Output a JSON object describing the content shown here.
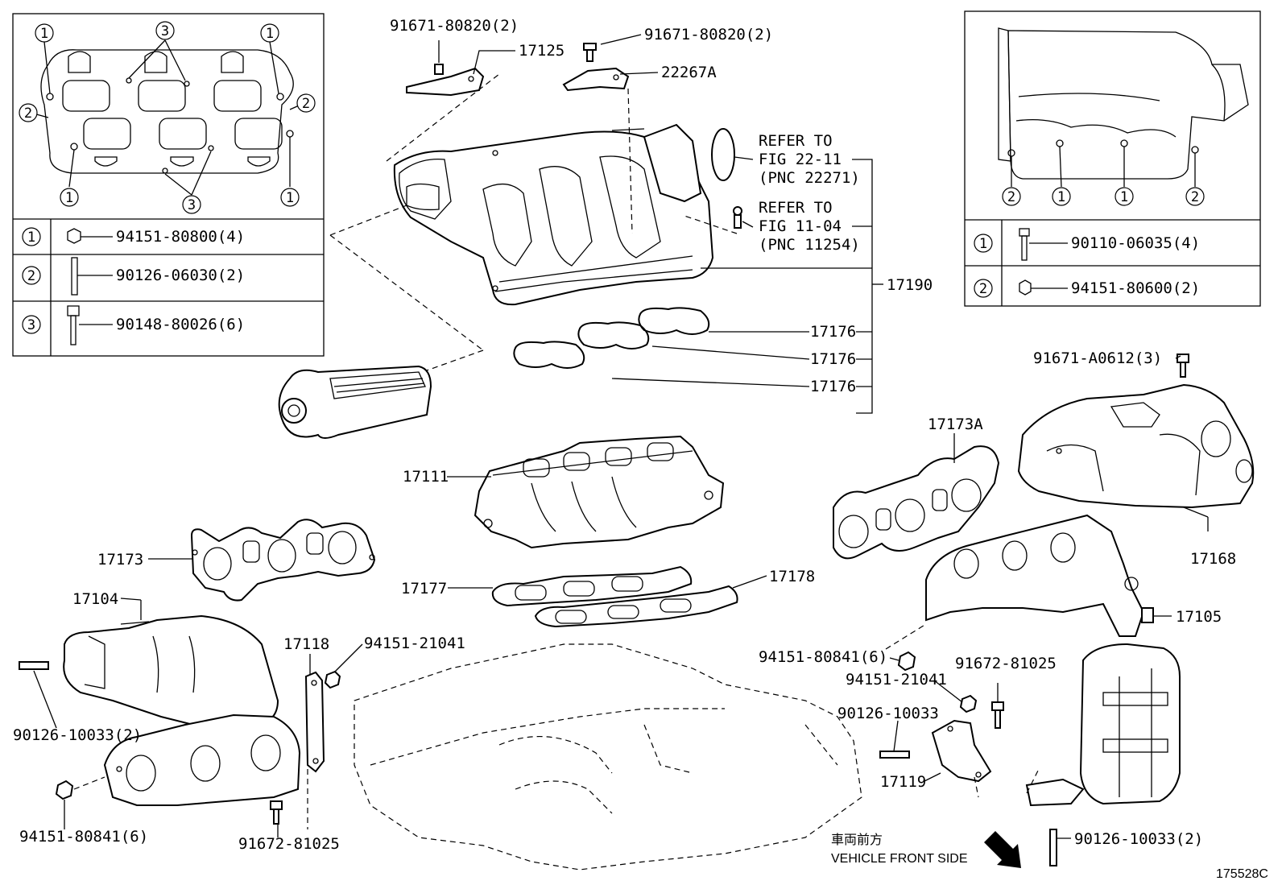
{
  "diagram_id": "175528C",
  "direction": {
    "japanese": "車両前方",
    "english": "VEHICLE FRONT SIDE"
  },
  "left_legend": [
    {
      "key": "1",
      "part": "94151-80800(4)"
    },
    {
      "key": "2",
      "part": "90126-06030(2)"
    },
    {
      "key": "3",
      "part": "90148-80026(6)"
    }
  ],
  "right_legend": [
    {
      "key": "1",
      "part": "90110-06035(4)"
    },
    {
      "key": "2",
      "part": "94151-80600(2)"
    }
  ],
  "left_gasket_callouts": [
    "1",
    "3",
    "1",
    "2",
    "2",
    "1",
    "3",
    "1"
  ],
  "right_panel_callouts": [
    "2",
    "1",
    "1",
    "2"
  ],
  "refer_1": {
    "line1": "REFER TO",
    "line2": "FIG 22-11",
    "line3": "(PNC 22271)"
  },
  "refer_2": {
    "line1": "REFER TO",
    "line2": "FIG 11-04",
    "line3": "(PNC 11254)"
  },
  "labels": {
    "p91671_80820_a": "91671-80820(2)",
    "p91671_80820_b": "91671-80820(2)",
    "p17125": "17125",
    "p22267A": "22267A",
    "p17190": "17190",
    "p17176_a": "17176",
    "p17176_b": "17176",
    "p17176_c": "17176",
    "p91671_A0612": "91671-A0612(3)",
    "p17173A": "17173A",
    "p17168": "17168",
    "p17111": "17111",
    "p17173": "17173",
    "p17177": "17177",
    "p17178": "17178",
    "p17104": "17104",
    "p17118": "17118",
    "p94151_21041_a": "94151-21041",
    "p90126_10033_a": "90126-10033(2)",
    "p94151_80841_a": "94151-80841(6)",
    "p91672_81025_a": "91672-81025",
    "p17105": "17105",
    "p94151_80841_b": "94151-80841(6)",
    "p94151_21041_b": "94151-21041",
    "p91672_81025_b": "91672-81025",
    "p90126_10033_b": "90126-10033",
    "p17119": "17119",
    "p90126_10033_c": "90126-10033(2)"
  }
}
